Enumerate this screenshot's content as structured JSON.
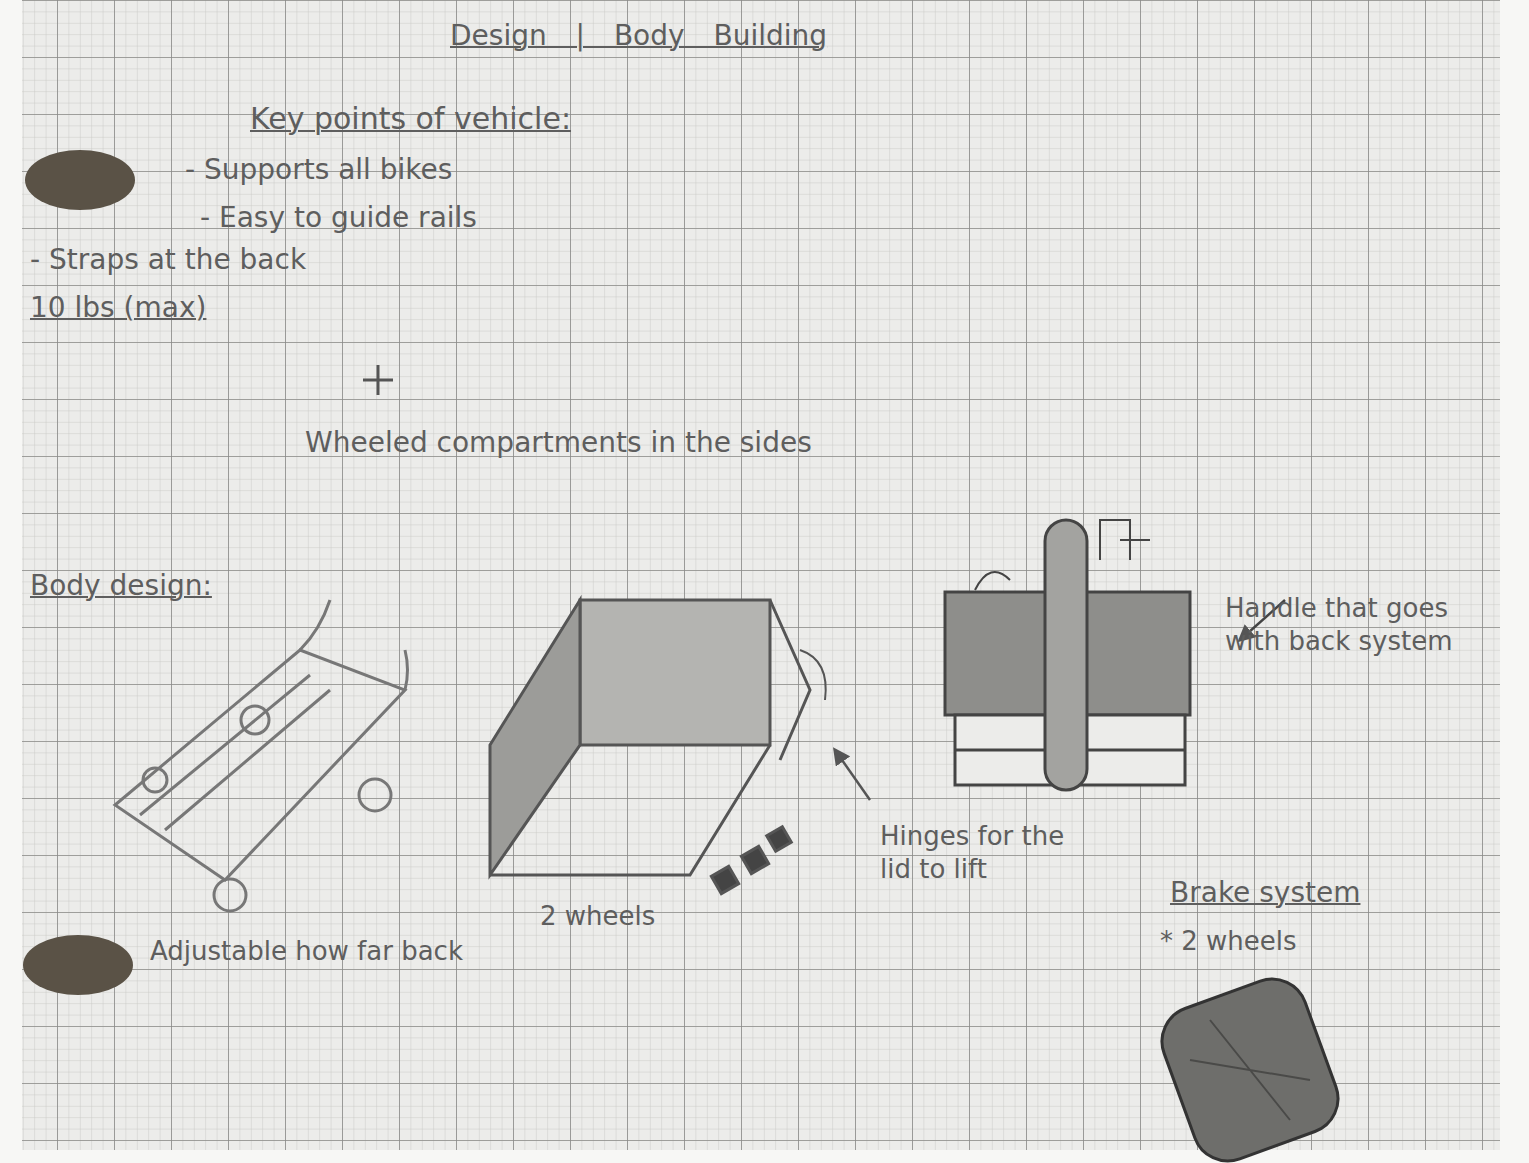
{
  "diagram": {
    "title": "Design | Body Building",
    "labels": [
      "Key points of vehicle:",
      "- Supports all bikes",
      "- Easy to guide rails",
      "- Straps at the back",
      "10 lbs (max)",
      "Wheeled compartments in the sides",
      "Body design:",
      "Adjustable how far back",
      "2 wheels",
      "Hinges for the lid to lift",
      "Handle that goes with back system",
      "Brake system",
      "* 2 wheels"
    ]
  }
}
